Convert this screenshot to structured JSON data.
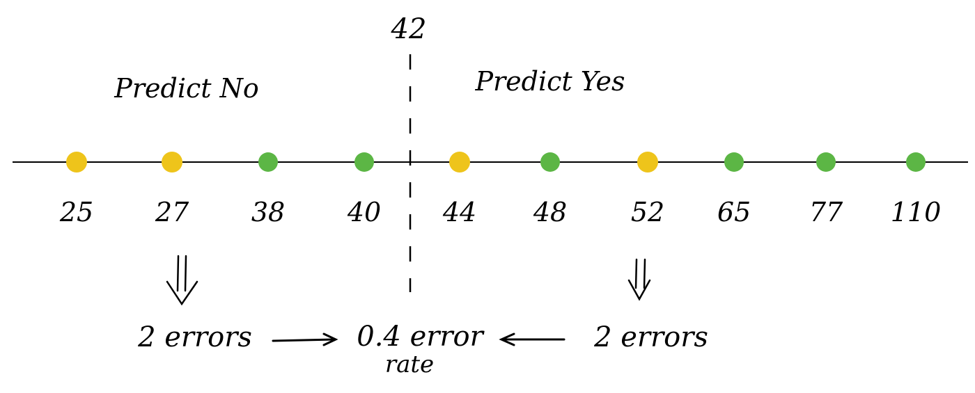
{
  "split_value": "42",
  "left_label": "Predict No",
  "right_label": "Predict Yes",
  "points": [
    {
      "label": "25",
      "class": "no"
    },
    {
      "label": "27",
      "class": "no"
    },
    {
      "label": "38",
      "class": "yes"
    },
    {
      "label": "40",
      "class": "yes"
    },
    {
      "label": "44",
      "class": "no"
    },
    {
      "label": "48",
      "class": "yes"
    },
    {
      "label": "52",
      "class": "no"
    },
    {
      "label": "65",
      "class": "yes"
    },
    {
      "label": "77",
      "class": "yes"
    },
    {
      "label": "110",
      "class": "yes"
    }
  ],
  "colors": {
    "no": "#eec41b",
    "yes": "#5cb645",
    "ink": "#000000"
  },
  "left_errors": "2 errors",
  "right_errors": "2 errors",
  "result_line1": "0.4 error",
  "result_line2": "rate"
}
